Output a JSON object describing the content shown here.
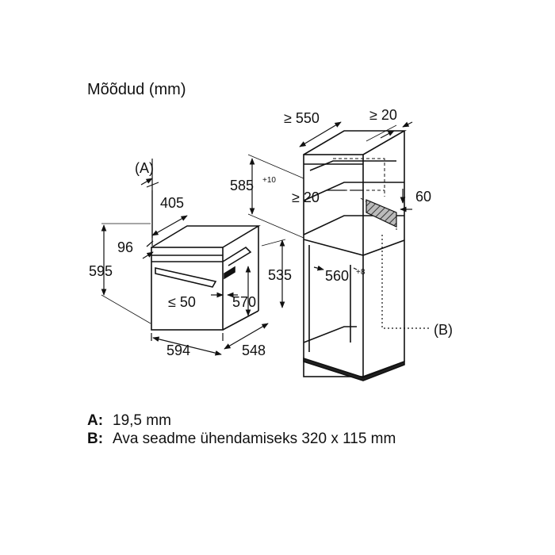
{
  "title": "Mõõdud (mm)",
  "labels": {
    "A": "(A)",
    "B": "(B)",
    "d405": "405",
    "d96": "96",
    "d595": "595",
    "d594": "594",
    "d548": "548",
    "d535": "535",
    "d570": "570",
    "le50": "≤ 50",
    "ge550": "≥ 550",
    "ge20_top": "≥ 20",
    "d585": "585",
    "d585_tol": "+10",
    "ge20_mid": "≥ 20",
    "d60": "60",
    "d560": "560",
    "d560_tol": "+8"
  },
  "legend": [
    {
      "key": "A:",
      "text": "19,5 mm"
    },
    {
      "key": "B:",
      "text": "Ava seadme ühendamiseks 320 x 115 mm"
    }
  ]
}
